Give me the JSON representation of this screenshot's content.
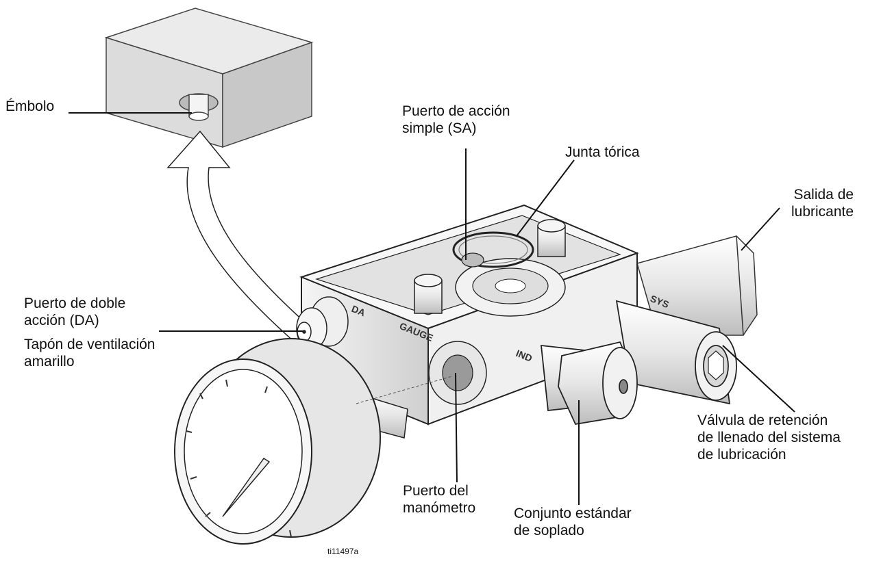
{
  "labels": {
    "plunger": "Émbolo",
    "sa_port": [
      "Puerto de acción",
      "simple (SA)"
    ],
    "o_ring": "Junta tórica",
    "lube_outlet": [
      "Salida de",
      "lubricante"
    ],
    "da_port": [
      "Puerto de doble",
      "acción (DA)"
    ],
    "vent_plug": [
      "Tapón de ventilación",
      "amarillo"
    ],
    "check_valve": [
      "Válvula de retención",
      "de llenado del sistema",
      "de lubricación"
    ],
    "gauge_port": [
      "Puerto del",
      "manómetro"
    ],
    "blowoff": [
      "Conjunto estándar",
      "de soplado"
    ]
  },
  "body_markings": {
    "da": "DA",
    "gauge": "GAUGE",
    "ind": "IND",
    "sys": "SYS"
  },
  "figure_id": "ti11497a",
  "colors": {
    "line": "#111111",
    "body_face": "#f2f2f2",
    "body_shade": "#d6d6d6",
    "block": "#d9d9d9"
  }
}
